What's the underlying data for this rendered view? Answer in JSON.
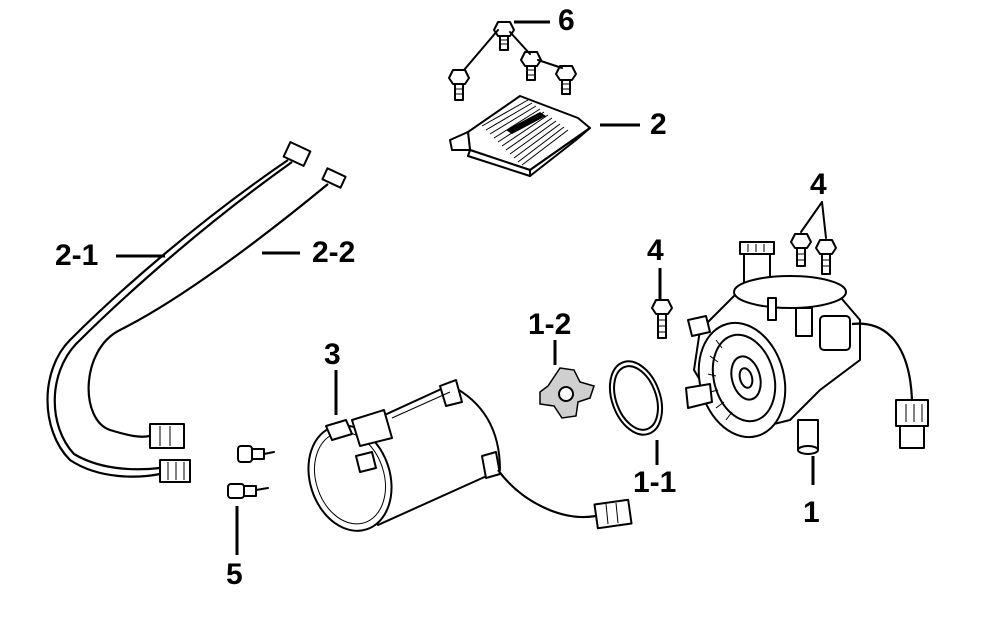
{
  "diagram": {
    "callouts": {
      "c1": "1",
      "c1_1": "1-1",
      "c1_2": "1-2",
      "c2": "2",
      "c2_1": "2-1",
      "c2_2": "2-2",
      "c3": "3",
      "c4a": "4",
      "c4b": "4",
      "c5": "5",
      "c6": "6"
    }
  }
}
